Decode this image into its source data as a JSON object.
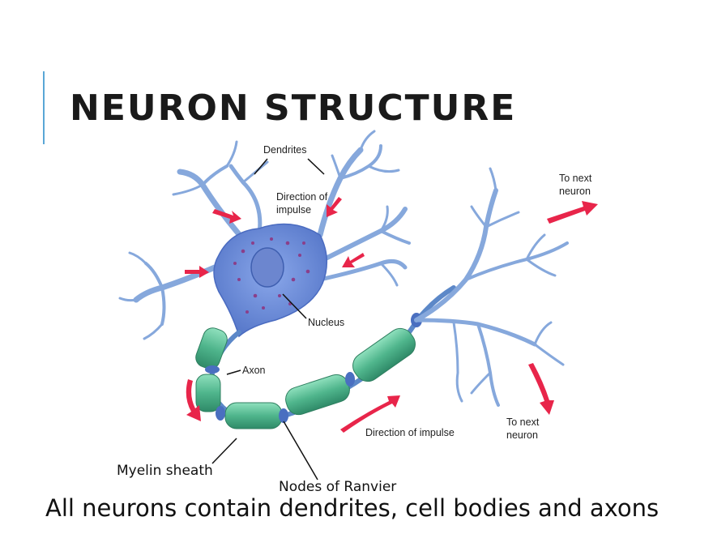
{
  "slide": {
    "title": "NEURON STRUCTURE",
    "caption": "All neurons contain dendrites, cell bodies and axons"
  },
  "diagram": {
    "labels": {
      "dendrites": "Dendrites",
      "direction_of_impulse_1": "Direction of",
      "direction_of_impulse_2": "impulse",
      "to_next_neuron_top_1": "To next",
      "to_next_neuron_top_2": "neuron",
      "nucleus": "Nucleus",
      "axon": "Axon",
      "direction_of_impulse_bottom": "Direction of impulse",
      "to_next_neuron_bottom_1": "To next",
      "to_next_neuron_bottom_2": "neuron",
      "myelin_sheath": "Myelin sheath",
      "nodes_of_ranvier": "Nodes of Ranvier"
    }
  },
  "colors": {
    "accent": "#5aa7d6",
    "neuron_blue": "#7fa3d8",
    "cell_body": "#6f8fd6",
    "myelin": "#5fbf9a",
    "arrow_red": "#e8254a"
  }
}
